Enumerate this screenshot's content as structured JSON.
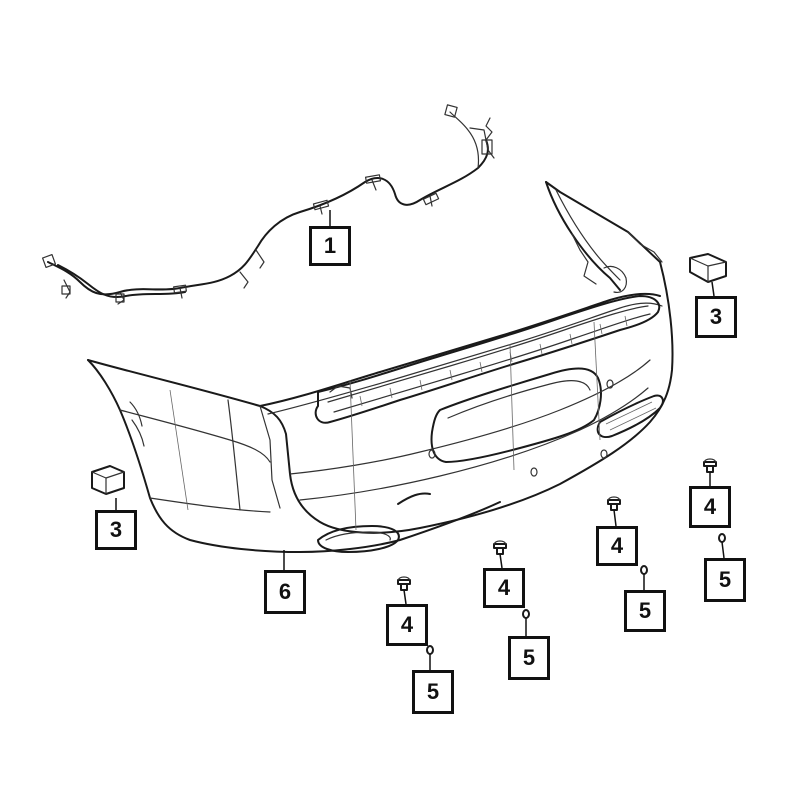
{
  "callouts": {
    "wiring_harness": "1",
    "sensor_right": "3",
    "sensor_left": "3",
    "bumper_fascia": "6",
    "clip_a": "4",
    "clip_b": "4",
    "clip_c": "4",
    "clip_d": "4",
    "nut_a": "5",
    "nut_b": "5",
    "nut_c": "5",
    "nut_d": "5"
  }
}
